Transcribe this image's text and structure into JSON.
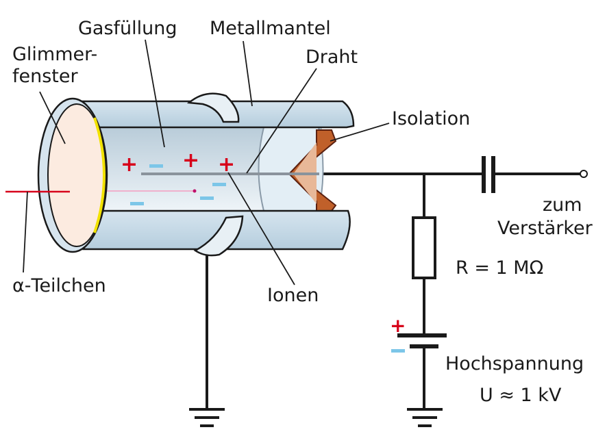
{
  "labels": {
    "gas": "Gasfüllung",
    "mantle": "Metallmantel",
    "window1": "Glimmer-",
    "window2": "fenster",
    "wire": "Draht",
    "insulation": "Isolation",
    "amp1": "zum",
    "amp2": "Verstärker",
    "resistor": "R = 1 MΩ",
    "alpha": "α-Teilchen",
    "ions": "Ionen",
    "hv": "Hochspannung",
    "voltage": "U ≈ 1 kV",
    "plus": "+",
    "minus": "–"
  },
  "colors": {
    "plus": "#d7001a",
    "minus": "#7cc6e8",
    "shell": "#c8dcea",
    "window": "#fcebe0",
    "insulation": "#c0602a",
    "alpha": "#d7001a"
  }
}
